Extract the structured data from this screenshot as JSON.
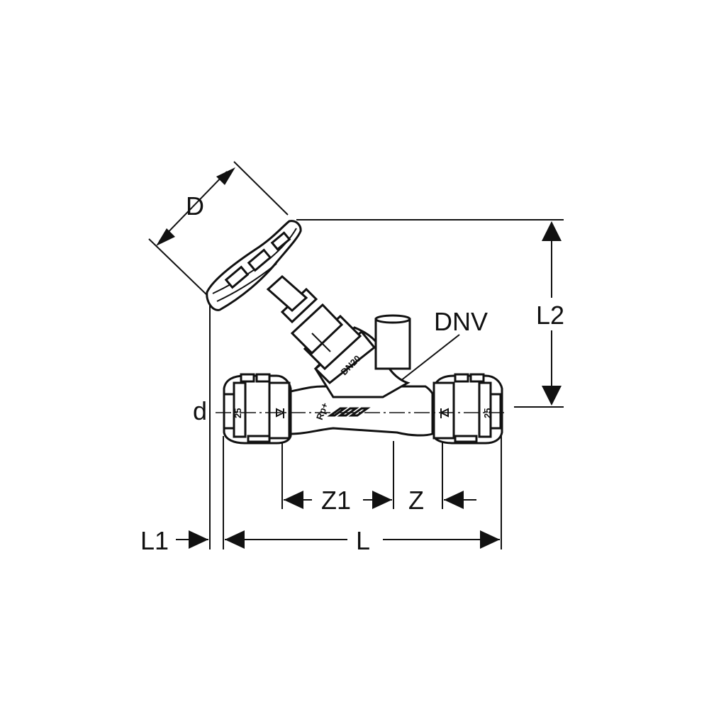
{
  "labels": {
    "D": "D",
    "L2": "L2",
    "DNV": "DNV",
    "d": "d",
    "Z1": "Z1",
    "Z": "Z",
    "L1": "L1",
    "L": "L"
  },
  "body_marking": "DN20",
  "coupling_marking": "25",
  "colors": {
    "ink": "#111111",
    "background": "#ffffff"
  }
}
